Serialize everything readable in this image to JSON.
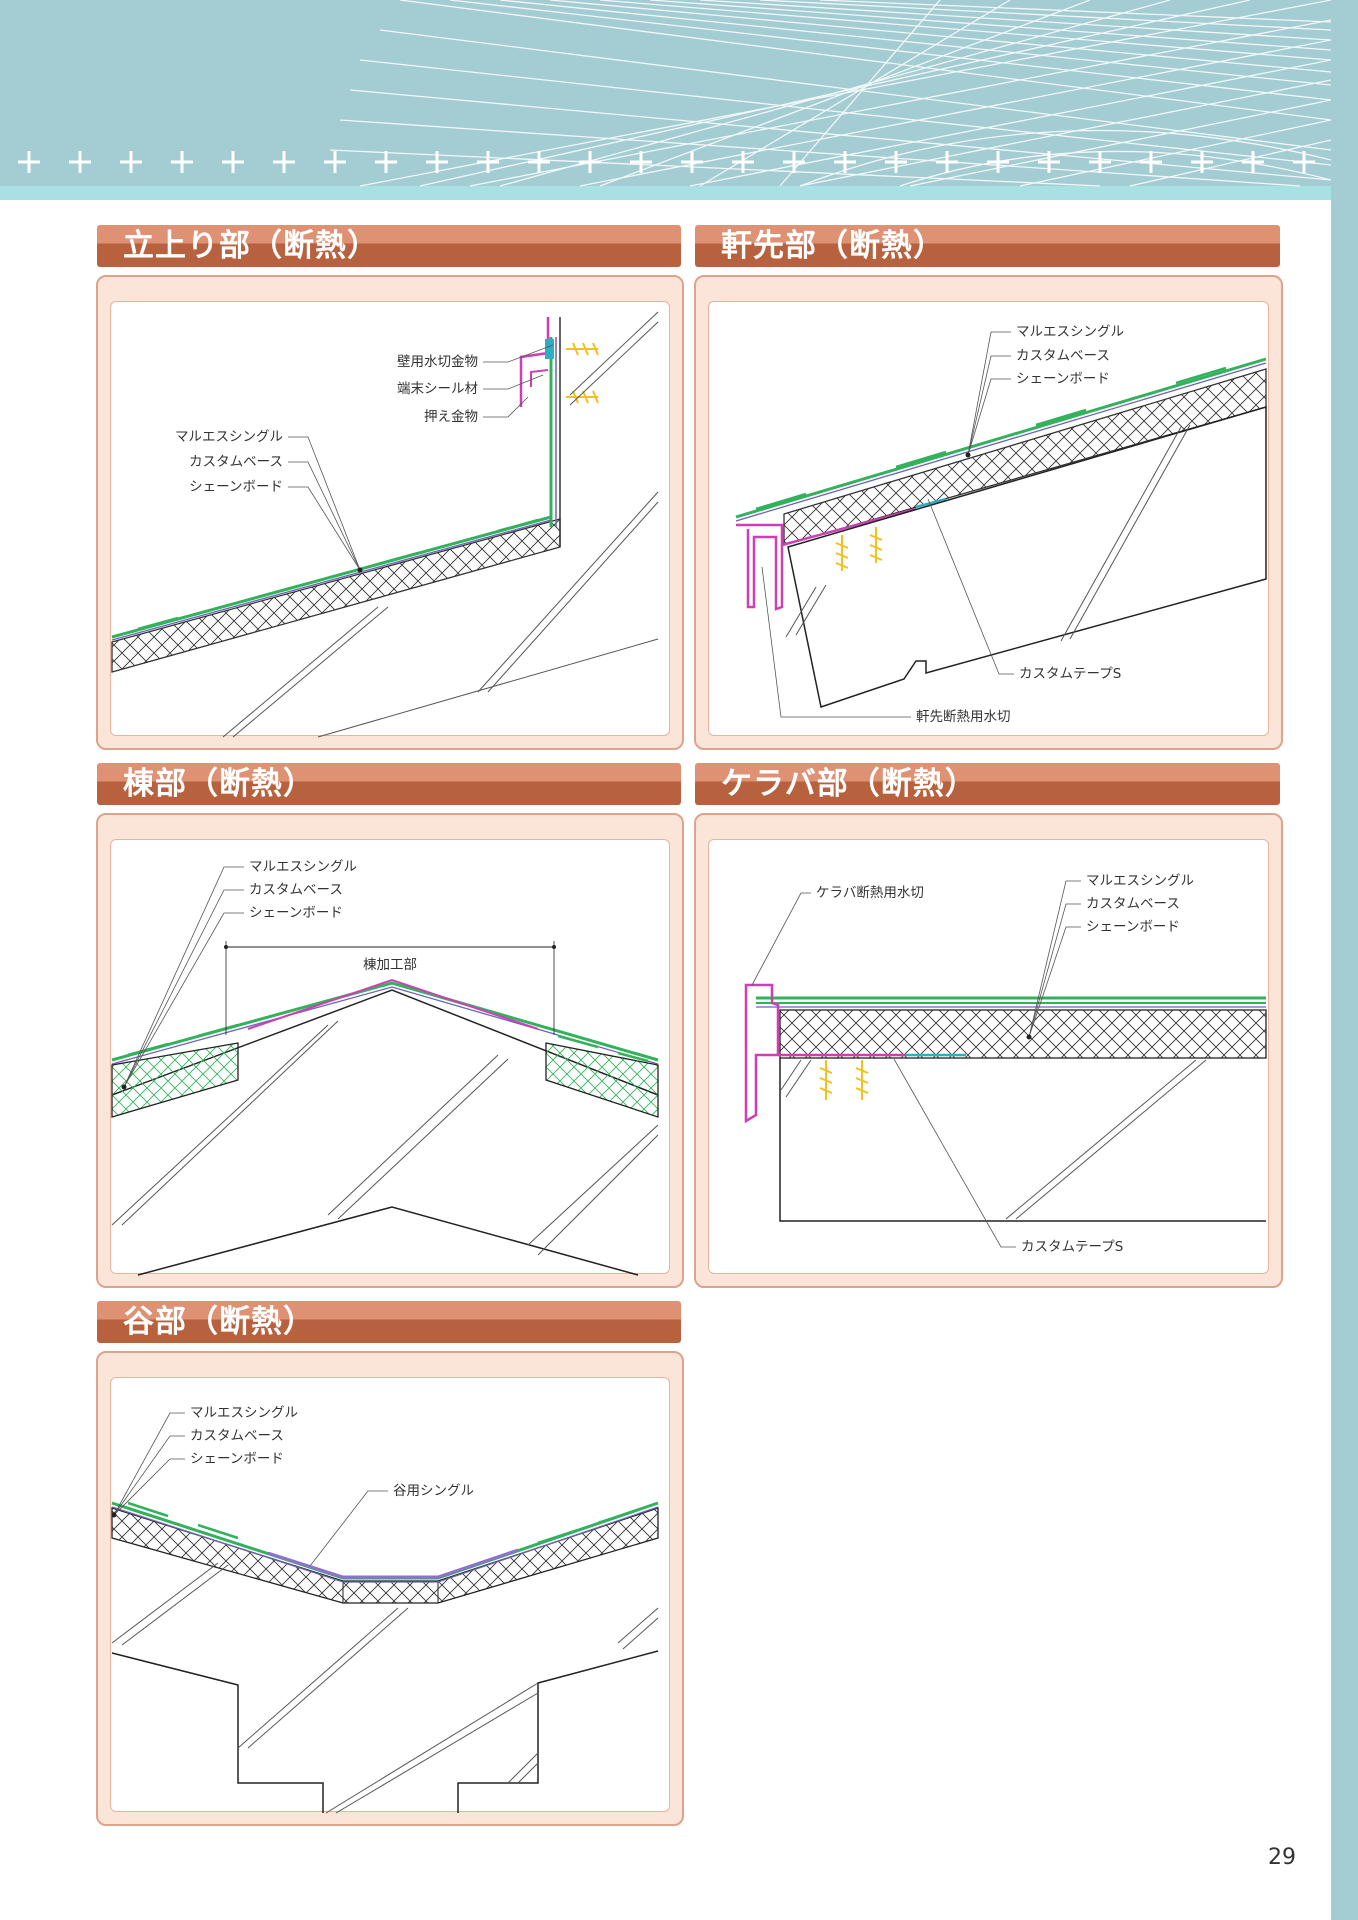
{
  "colors": {
    "header_bg": "#a3ccd3",
    "header_stripe": "#a9e0e3",
    "section_bar_dark": "#b8613f",
    "section_bar_light": "#de9173",
    "panel_bg": "#fbe4d8",
    "panel_border": "#dea38b",
    "shingle": "#33b15c",
    "base_sheet": "#6a64b8",
    "flashing": "#cf3fb4",
    "tape": "#2ab0c2",
    "screw": "#efc21e"
  },
  "sections": {
    "tachiagari": {
      "title": "立上り部（断熱）",
      "labels": {
        "wall_flashing": "壁用水切金物",
        "end_sealant": "端末シール材",
        "holding_metal": "押え金物",
        "shingle": "マルエスシングル",
        "base": "カスタムベース",
        "board": "シェーンボード"
      }
    },
    "nokisaki": {
      "title": "軒先部（断熱）",
      "labels": {
        "shingle": "マルエスシングル",
        "base": "カスタムベース",
        "board": "シェーンボード",
        "tape": "カスタムテープS",
        "eaves_flashing": "軒先断熱用水切"
      }
    },
    "mune": {
      "title": "棟部（断熱）",
      "labels": {
        "shingle": "マルエスシングル",
        "base": "カスタムベース",
        "board": "シェーンボード",
        "ridge_area": "棟加工部"
      }
    },
    "keraba": {
      "title": "ケラバ部（断熱）",
      "labels": {
        "verge_flashing": "ケラバ断熱用水切",
        "shingle": "マルエスシングル",
        "base": "カスタムベース",
        "board": "シェーンボード",
        "tape": "カスタムテープS"
      }
    },
    "tanibu": {
      "title": "谷部（断熱）",
      "labels": {
        "shingle": "マルエスシングル",
        "base": "カスタムベース",
        "board": "シェーンボード",
        "valley_shingle": "谷用シングル"
      }
    }
  },
  "page_number": "29"
}
